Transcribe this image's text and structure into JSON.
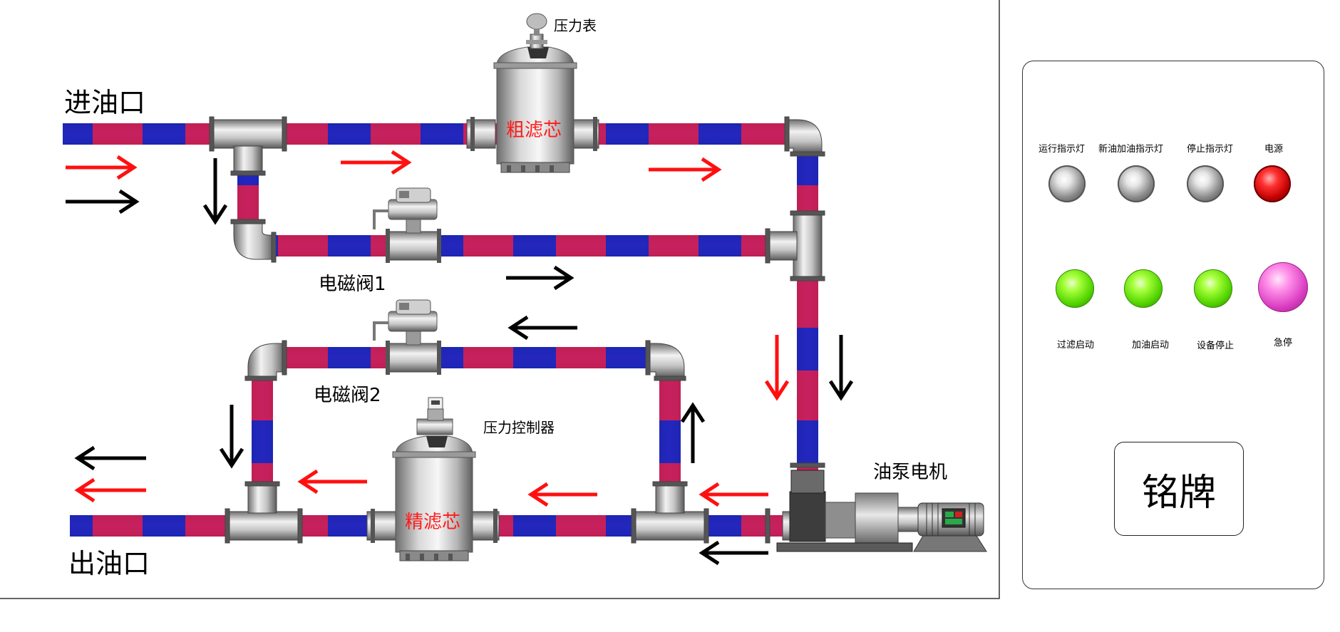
{
  "labels": {
    "inlet": "进油口",
    "outlet": "出油口",
    "coarse_filter": "粗滤芯",
    "fine_filter": "精滤芯",
    "pressure_gauge": "压力表",
    "pressure_controller": "压力控制器",
    "solenoid_valve_1": "电磁阀1",
    "solenoid_valve_2": "电磁阀2",
    "pump_motor": "油泵电机"
  },
  "panel": {
    "indicators": [
      {
        "label": "运行指示灯",
        "state": "off"
      },
      {
        "label": "新油加油指示灯",
        "state": "off"
      },
      {
        "label": "停止指示灯",
        "state": "off"
      },
      {
        "label": "电源",
        "state": "on"
      }
    ],
    "buttons": [
      {
        "label": "过滤启动"
      },
      {
        "label": "加油启动"
      },
      {
        "label": "设备停止"
      },
      {
        "label": "急停"
      }
    ],
    "nameplate": "铭牌"
  },
  "colors": {
    "pipe_red": "#e0203c",
    "pipe_blue": "#1030c0",
    "pipe_purple": "#6a1fb5",
    "arrow_red": "#ff1010",
    "arrow_black": "#000000",
    "steel": "#b8b8b8"
  }
}
